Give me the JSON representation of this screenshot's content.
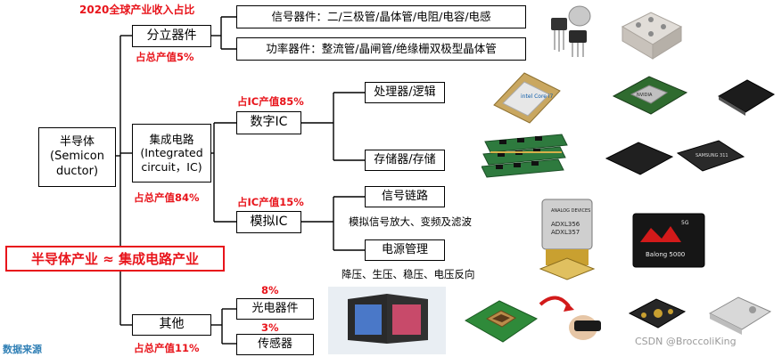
{
  "root": {
    "label": "半导体\n(Semicon\nductor)"
  },
  "headline": "2020全球产业收入占比",
  "equation": "半导体产业 ≈ 集成电路产业",
  "discrete": {
    "label": "分立器件",
    "share": "占总产值5%",
    "children": [
      {
        "label": "信号器件：二/三极管/晶体管/电阻/电容/电感"
      },
      {
        "label": "功率器件：整流管/晶闸管/绝缘栅双极型晶体管"
      }
    ]
  },
  "ic": {
    "label": "集成电路\n(Integrated\ncircuit，IC)",
    "share": "占总产值84%",
    "digital": {
      "label": "数字IC",
      "share": "占IC产值85%",
      "children": [
        {
          "label": "处理器/逻辑"
        },
        {
          "label": "存储器/存储"
        }
      ]
    },
    "analog": {
      "label": "模拟IC",
      "share": "占IC产值15%",
      "children": [
        {
          "label": "信号链路",
          "desc": "模拟信号放大、变频及滤波"
        },
        {
          "label": "电源管理",
          "desc": "降压、生压、稳压、电压反向"
        }
      ]
    }
  },
  "other": {
    "label": "其他",
    "share": "占总产值11%",
    "children": [
      {
        "label": "光电器件",
        "share": "8%"
      },
      {
        "label": "传感器",
        "share": "3%"
      }
    ]
  },
  "source_label": "数据来源",
  "watermark": "CSDN @BroccoliKing",
  "chip_marks": {
    "intel": "intel Core i7",
    "nvidia": "NVIDIA",
    "samsung": "SAMSUNG 311",
    "analog_devices": "ANALOG DEVICES",
    "adxl": "ADXL356\nADXL357",
    "balong": "Balong 5000",
    "hisilicon_5g": "5G"
  },
  "colors": {
    "accent_red": "#e8141b",
    "source_blue": "#2f7fb5"
  }
}
